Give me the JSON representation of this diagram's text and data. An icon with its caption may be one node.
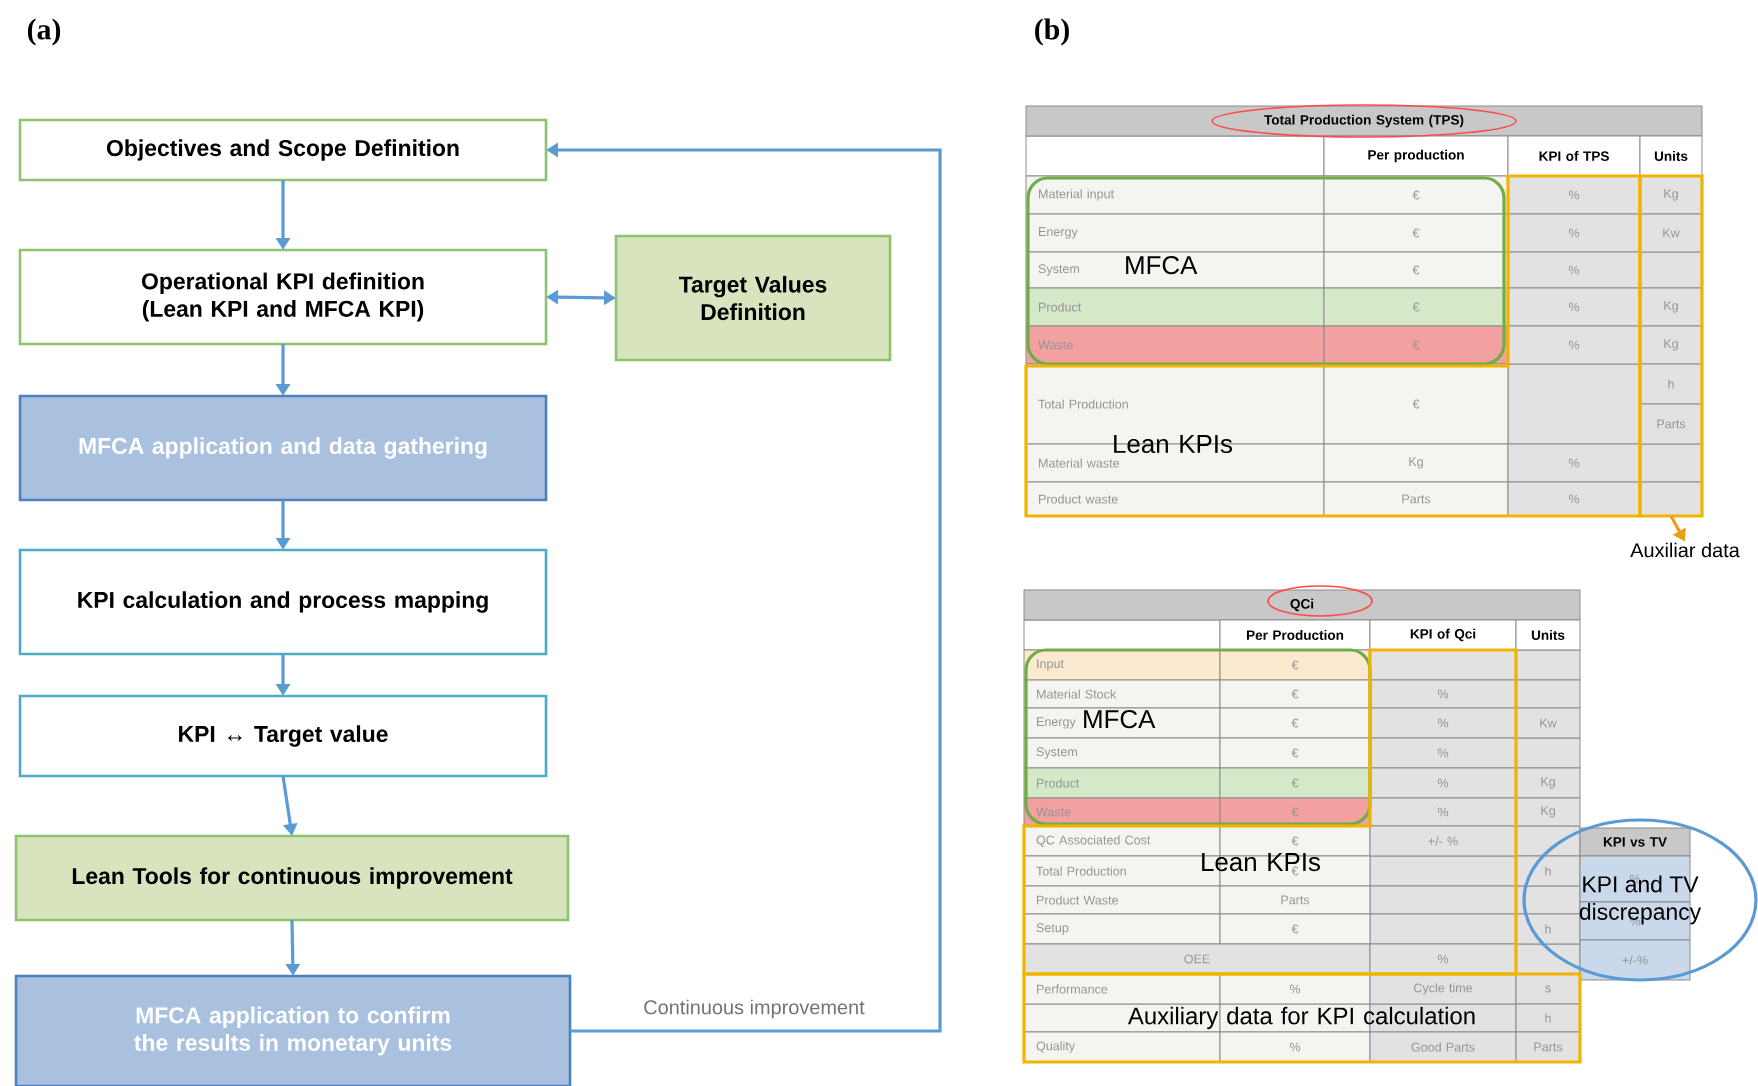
{
  "diagram": {
    "nodes": [
      {
        "text": [
          "Objectives and Scope Definition"
        ]
      },
      {
        "text": [
          "Operational KPI definition (Lean KPI and MFCA KPI)"
        ]
      },
      {
        "text": [
          "Target Values Definition"
        ]
      },
      {
        "text": [
          "MFCA application and data gathering"
        ]
      },
      {
        "text": [
          "KPI calculation and process mapping"
        ]
      },
      {
        "text": [
          "KPI ↔ Target value"
        ]
      },
      {
        "text": [
          "Lean Tools for continuous improvement"
        ]
      },
      {
        "text": [
          "MFCA application to confirm the results in monetary units"
        ]
      },
      {
        "text": [
          "MFCA"
        ]
      },
      {
        "text": [
          "Lean KPIs"
        ]
      },
      {
        "text": [],
        "shape": "box"
      },
      {
        "text": [
          "Auxiliar data"
        ]
      },
      {
        "text": [
          "MFCA"
        ]
      },
      {
        "text": [
          "Lean KPIs"
        ]
      },
      {
        "text": [
          "KPI and TV discrepancy"
        ]
      },
      {
        "text": [
          "Auxiliary data for KPI calculation"
        ]
      }
    ],
    "edges": [
      {
        "from": 0,
        "to": 1,
        "arrow": "to"
      },
      {
        "from": 1,
        "to": 2,
        "arrow": "both"
      },
      {
        "from": 1,
        "to": 3,
        "arrow": "to"
      },
      {
        "from": 3,
        "to": 4,
        "arrow": "to"
      },
      {
        "from": 4,
        "to": 5,
        "arrow": "to"
      },
      {
        "from": 5,
        "to": 6,
        "arrow": "to"
      },
      {
        "from": 6,
        "to": 7,
        "arrow": "to"
      },
      {
        "from": 7,
        "to": 0,
        "arrow": "to",
        "label": "Continuous improvement"
      },
      {
        "from": 10,
        "to": 11,
        "arrow": "to",
        "color": "#e6a117"
      }
    ],
    "labels": [
      "(a)",
      "(b)",
      "Total Production System (TPS)",
      "Per production",
      "KPI of TPS",
      "Units",
      "Material input",
      "€",
      "%",
      "Kg",
      "Energy",
      "€",
      "%",
      "Kw",
      "System",
      "€",
      "%",
      "Product",
      "€",
      "%",
      "Kg",
      "Waste",
      "€",
      "%",
      "Kg",
      "Total Production",
      "€",
      "h",
      "Parts",
      "Material waste",
      "Kg",
      "%",
      "Product waste",
      "Parts",
      "%",
      "QCi",
      "Per Production",
      "KPI of Qci",
      "Units",
      "Input",
      "€",
      "Material Stock",
      "€",
      "%",
      "Energy",
      "€",
      "%",
      "Kw",
      "System",
      "€",
      "%",
      "Product",
      "€",
      "%",
      "Kg",
      "Waste",
      "€",
      "%",
      "Kg",
      "QC Associated Cost",
      "€",
      "+/- %",
      "Total Production",
      "€",
      "h",
      "Product Waste",
      "Parts",
      "Setup",
      "€",
      "h",
      "OEE",
      "%",
      "Performance",
      "%",
      "Cycle time",
      "s",
      "h",
      "Quality",
      "%",
      "Good Parts",
      "Parts",
      "KPI vs TV",
      "%",
      "%",
      "+/-%"
    ]
  }
}
